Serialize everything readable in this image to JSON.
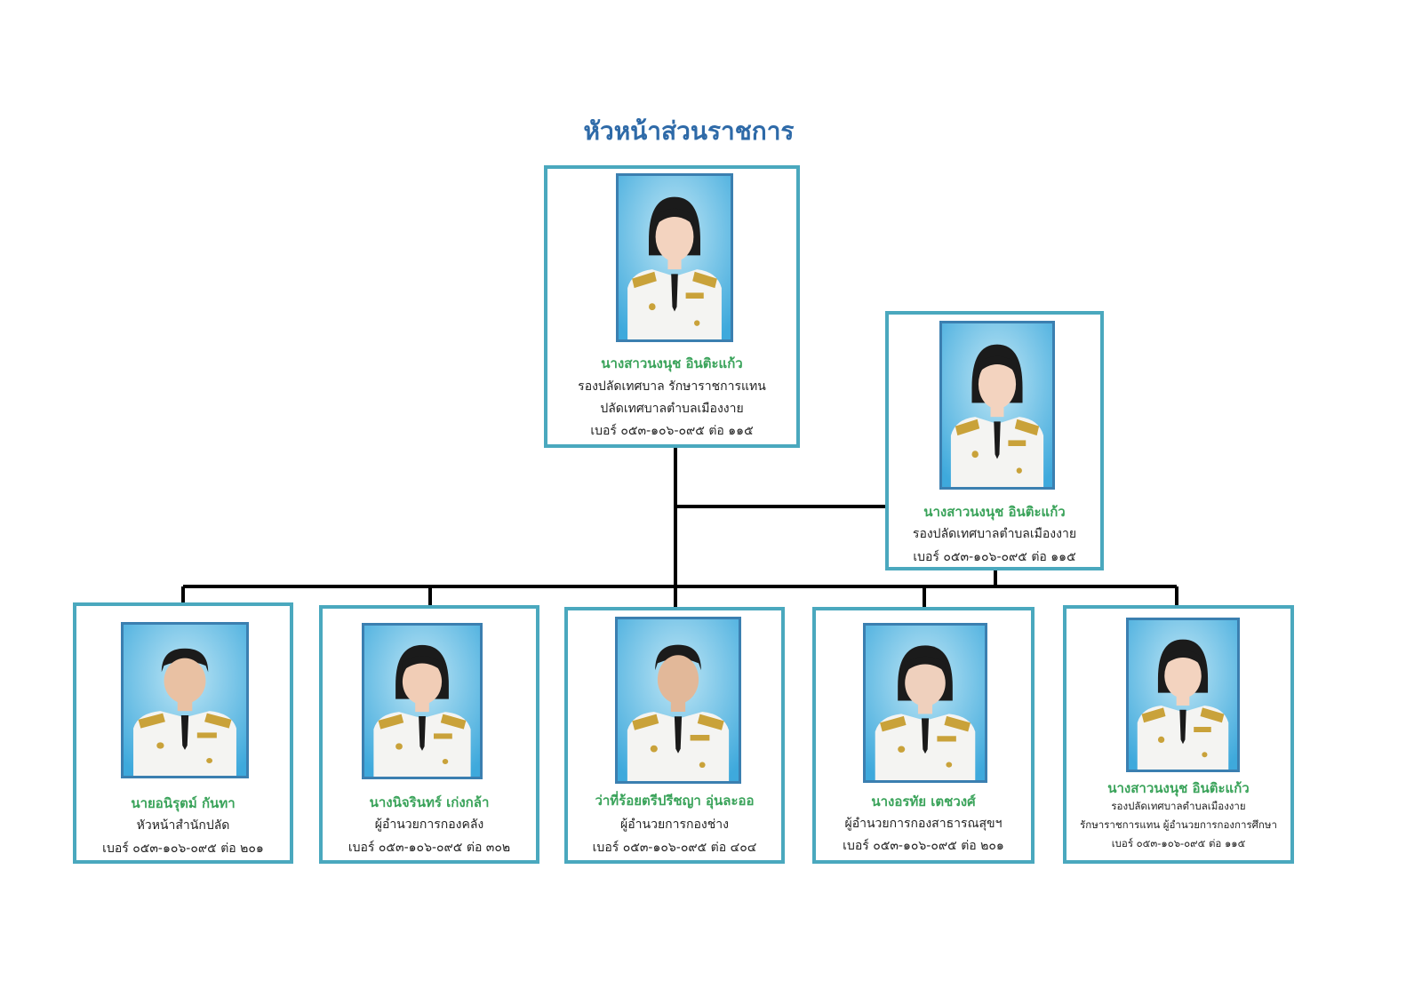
{
  "title": "หัวหน้าส่วนราชการ",
  "colors": {
    "title": "#2e6aa8",
    "name": "#3aa35a",
    "border": "#4aa8be",
    "connector": "#000000",
    "photo_background": "#3ea9dc",
    "uniform": "#f4f4f2"
  },
  "top": {
    "name": "นางสาวนงนุช อินติะแก้ว",
    "lines": [
      "รองปลัดเทศบาล รักษาราชการแทน",
      "ปลัดเทศบาลตำบลเมืองงาย",
      "เบอร์ ๐๕๓-๑๐๖-๐๙๕ ต่อ ๑๑๕"
    ]
  },
  "deputy": {
    "name": "นางสาวนงนุช อินติะแก้ว",
    "lines": [
      "รองปลัดเทศบาลตำบลเมืองงาย",
      "เบอร์ ๐๕๓-๑๐๖-๐๙๕ ต่อ ๑๑๕"
    ]
  },
  "heads": [
    {
      "name": "นายอนิรุตม์  กันทา",
      "lines": [
        "หัวหน้าสำนักปลัด",
        "เบอร์ ๐๕๓-๑๐๖-๐๙๕ ต่อ ๒๐๑"
      ]
    },
    {
      "name": "นางนิจรินทร์ เก่งกล้า",
      "lines": [
        "ผู้อำนวยการกองคลัง",
        "เบอร์ ๐๕๓-๑๐๖-๐๙๕ ต่อ ๓๐๒"
      ]
    },
    {
      "name": "ว่าที่ร้อยตรีปรีชญา อุ่นละออ",
      "lines": [
        "ผู้อำนวยการกองช่าง",
        "เบอร์ ๐๕๓-๑๐๖-๐๙๕ ต่อ ๔๐๔"
      ]
    },
    {
      "name": "นางอรทัย เตชวงศ์",
      "lines": [
        "ผู้อำนวยการกองสาธารณสุขฯ",
        "เบอร์ ๐๕๓-๑๐๖-๐๙๕ ต่อ ๒๐๑"
      ]
    },
    {
      "name": "นางสาวนงนุช อินติะแก้ว",
      "lines": [
        "รองปลัดเทศบาลตำบลเมืองงาย",
        "รักษาราชการแทน ผู้อำนวยการกองการศึกษา",
        "เบอร์ ๐๕๓-๑๐๖-๐๙๕ ต่อ ๑๑๕"
      ]
    }
  ]
}
